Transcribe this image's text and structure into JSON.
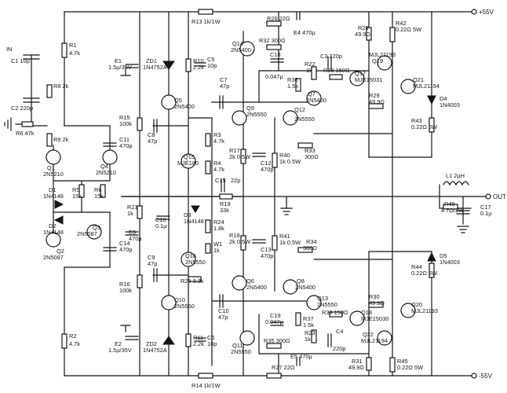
{
  "rails": {
    "positive": "+55V",
    "negative": "-55V",
    "output": "OUT"
  },
  "input": {
    "label": "IN"
  },
  "components": [
    {
      "ref": "R1",
      "value": "4.7k"
    },
    {
      "ref": "R2",
      "value": "4.7k"
    },
    {
      "ref": "C1",
      "value": "10µ"
    },
    {
      "ref": "R8",
      "value": "2k"
    },
    {
      "ref": "C2",
      "value": "220p"
    },
    {
      "ref": "R9",
      "value": "2k"
    },
    {
      "ref": "R6",
      "value": "47k"
    },
    {
      "ref": "Q1",
      "value": "2N5210"
    },
    {
      "ref": "Q4",
      "value": "2N5210"
    },
    {
      "ref": "Q2",
      "value": "2N5087"
    },
    {
      "ref": "Q3",
      "value": "2N5087"
    },
    {
      "ref": "D1",
      "value": "1N4148"
    },
    {
      "ref": "D2",
      "value": "1N4148"
    },
    {
      "ref": "R5",
      "value": "15k"
    },
    {
      "ref": "R6",
      "value": "15k"
    },
    {
      "ref": "C11",
      "value": "470p"
    },
    {
      "ref": "C14",
      "value": "470p"
    },
    {
      "ref": "R15",
      "value": "100k"
    },
    {
      "ref": "R16",
      "value": "100k"
    },
    {
      "ref": "R21",
      "value": "1k"
    },
    {
      "ref": "E3",
      "value": "470µ"
    },
    {
      "ref": "E1",
      "value": "1.5µ/35V"
    },
    {
      "ref": "ZD1",
      "value": "1N4752A"
    },
    {
      "ref": "R10",
      "value": "2.2k"
    },
    {
      "ref": "C5",
      "value": "10p"
    },
    {
      "ref": "E2",
      "value": "1.5µ/35V"
    },
    {
      "ref": "ZD2",
      "value": "1N4752A"
    },
    {
      "ref": "R11",
      "value": "2.2k"
    },
    {
      "ref": "C6",
      "value": "10p"
    },
    {
      "ref": "R13",
      "value": "1k/1W"
    },
    {
      "ref": "R14",
      "value": "1k/1W"
    },
    {
      "ref": "Q5",
      "value": "2N5400"
    },
    {
      "ref": "Q10",
      "value": "2N5550"
    },
    {
      "ref": "C8",
      "value": "47p"
    },
    {
      "ref": "C9",
      "value": "47p"
    },
    {
      "ref": "C16",
      "value": "0.1µ"
    },
    {
      "ref": "R3",
      "value": "4.7k"
    },
    {
      "ref": "R4",
      "value": "4.7k"
    },
    {
      "ref": "Q15",
      "value": "MJE180"
    },
    {
      "ref": "C15",
      "value": "22p"
    },
    {
      "ref": "R19",
      "value": "33k"
    },
    {
      "ref": "D3",
      "value": "1N4148"
    },
    {
      "ref": "R24",
      "value": "1.8k"
    },
    {
      "ref": "W1",
      "value": "1k"
    },
    {
      "ref": "Q16",
      "value": "2N5550"
    },
    {
      "ref": "R25",
      "value": "3.3k"
    },
    {
      "ref": "C7",
      "value": "47p"
    },
    {
      "ref": "Q9",
      "value": "2N5550"
    },
    {
      "ref": "Q6",
      "value": "2N5400"
    },
    {
      "ref": "C10",
      "value": "47p"
    },
    {
      "ref": "R17",
      "value": "2k 0.5W"
    },
    {
      "ref": "C12",
      "value": "470p"
    },
    {
      "ref": "R40",
      "value": "1k 0.5W"
    },
    {
      "ref": "R18",
      "value": "2k 0.5W"
    },
    {
      "ref": "C13",
      "value": "470p"
    },
    {
      "ref": "R41",
      "value": "1k 0.5W"
    },
    {
      "ref": "Q14",
      "value": "2N5400"
    },
    {
      "ref": "R32",
      "value": "300Ω"
    },
    {
      "ref": "C18",
      "value": "0.047µ"
    },
    {
      "ref": "R26",
      "value": "22Ω"
    },
    {
      "ref": "E4",
      "value": "470µ"
    },
    {
      "ref": "R22",
      "value": "1k"
    },
    {
      "ref": "R36",
      "value": "1.5k"
    },
    {
      "ref": "C3",
      "value": "220p"
    },
    {
      "ref": "R38",
      "value": "150Ω"
    },
    {
      "ref": "Q7",
      "value": "2N5400"
    },
    {
      "ref": "Q12",
      "value": "2N5550"
    },
    {
      "ref": "R33",
      "value": "300Ω"
    },
    {
      "ref": "R28",
      "value": "49.9Ω"
    },
    {
      "ref": "R42",
      "value": "0.22Ω 5W"
    },
    {
      "ref": "Q17",
      "value": "MJE15031"
    },
    {
      "ref": "Q19",
      "value": "MJL21193"
    },
    {
      "ref": "Q21",
      "value": "MJL21194"
    },
    {
      "ref": "R29",
      "value": "49.9Ω"
    },
    {
      "ref": "R43",
      "value": "0.22Ω 5W"
    },
    {
      "ref": "D4",
      "value": "1N4003"
    },
    {
      "ref": "L1",
      "value": "2µH"
    },
    {
      "ref": "R46",
      "value": "4.7Ω/2W"
    },
    {
      "ref": "C17",
      "value": "0.1µ"
    },
    {
      "ref": "R34",
      "value": "300Ω"
    },
    {
      "ref": "Q8",
      "value": "2N5400"
    },
    {
      "ref": "Q13",
      "value": "2N5550"
    },
    {
      "ref": "C19",
      "value": "0.047µ"
    },
    {
      "ref": "R35",
      "value": "300Ω"
    },
    {
      "ref": "R37",
      "value": "1.5k"
    },
    {
      "ref": "R23",
      "value": "1k"
    },
    {
      "ref": "R39",
      "value": "150Ω"
    },
    {
      "ref": "C4",
      "value": "220p"
    },
    {
      "ref": "Q11",
      "value": "2N5550"
    },
    {
      "ref": "E5",
      "value": "470µ"
    },
    {
      "ref": "R27",
      "value": "22Ω"
    },
    {
      "ref": "Q18",
      "value": "MJE15030"
    },
    {
      "ref": "Q22",
      "value": "MJL21194"
    },
    {
      "ref": "Q20",
      "value": "MJL21193"
    },
    {
      "ref": "R30",
      "value": "49.9Ω"
    },
    {
      "ref": "R31",
      "value": "49.9Ω"
    },
    {
      "ref": "R44",
      "value": "0.22Ω 5W"
    },
    {
      "ref": "R45",
      "value": "0.22Ω 5W"
    },
    {
      "ref": "D5",
      "value": "1N4003"
    }
  ]
}
